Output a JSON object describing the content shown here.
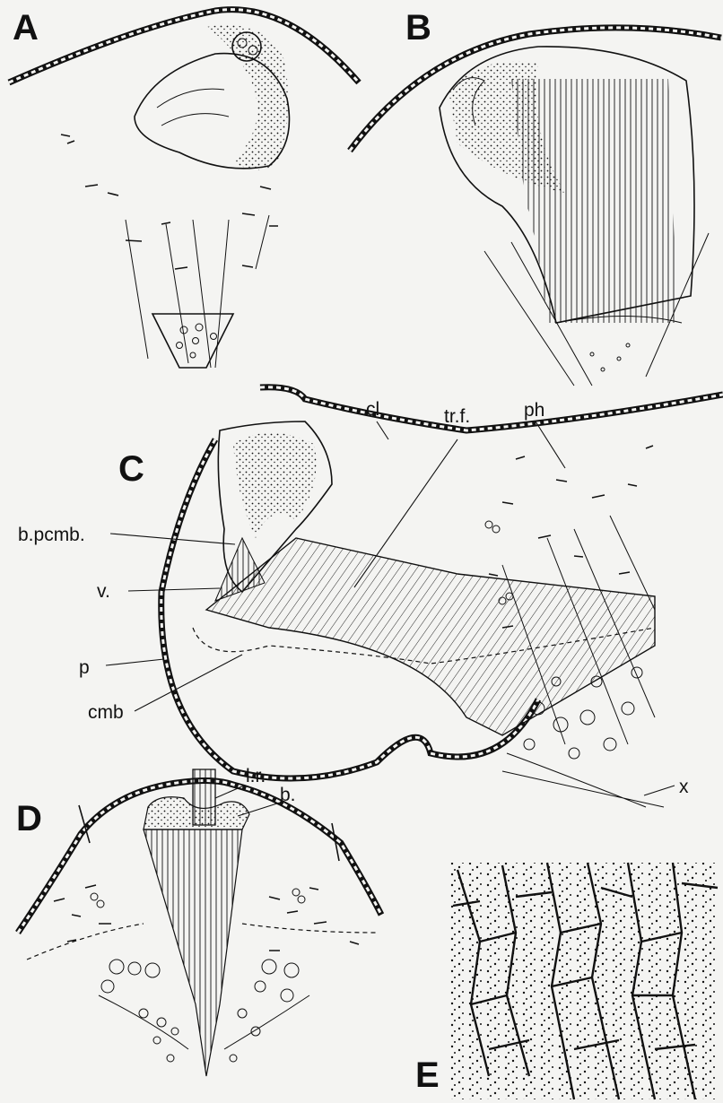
{
  "panels": {
    "A": "A",
    "B": "B",
    "C": "C",
    "D": "D",
    "E": "E"
  },
  "labels": {
    "cl": "cl.",
    "trf": "tr.f.",
    "ph": "ph",
    "bpcmb": "b.pcmb.",
    "v": "v.",
    "p": "p",
    "cmb": "cmb",
    "x": "x",
    "lr": "l.r.",
    "b": "b."
  }
}
